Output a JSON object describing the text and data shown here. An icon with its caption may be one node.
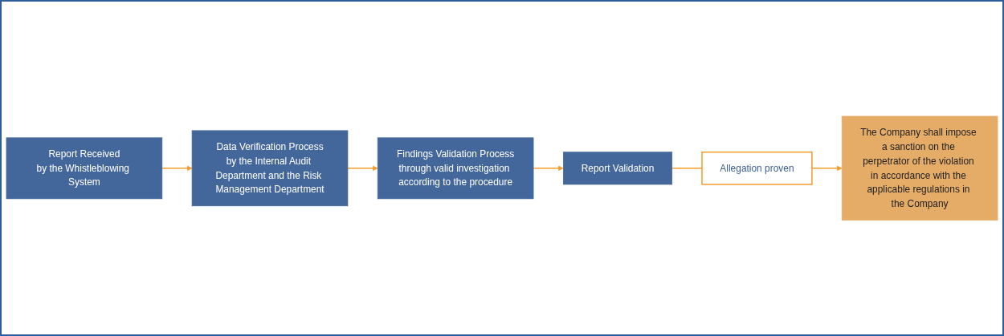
{
  "diagram": {
    "nodes": [
      {
        "text": [
          "Report Received",
          "by the Whistleblowing System"
        ]
      },
      {
        "text": [
          "Data Verification Process",
          "by the Internal Audit Department and the Risk Management Department"
        ]
      },
      {
        "text": [
          "Findings Validation Process",
          "through valid investigation according to the procedure"
        ]
      },
      {
        "text": [
          "Report Validation"
        ]
      },
      {
        "text": [
          "Allegation proven"
        ]
      },
      {
        "text": [
          "The Company shall impose a sanction on the perpetrator of the violation in accordance with the applicable regulations in the Company"
        ]
      }
    ],
    "edges": [
      {
        "from": 0,
        "to": 1,
        "arrow": "to"
      },
      {
        "from": 1,
        "to": 2,
        "arrow": "to"
      },
      {
        "from": 2,
        "to": 3,
        "arrow": "to"
      },
      {
        "from": 3,
        "to": 4,
        "arrow": "none"
      },
      {
        "from": 4,
        "to": 5,
        "arrow": "to"
      }
    ]
  }
}
